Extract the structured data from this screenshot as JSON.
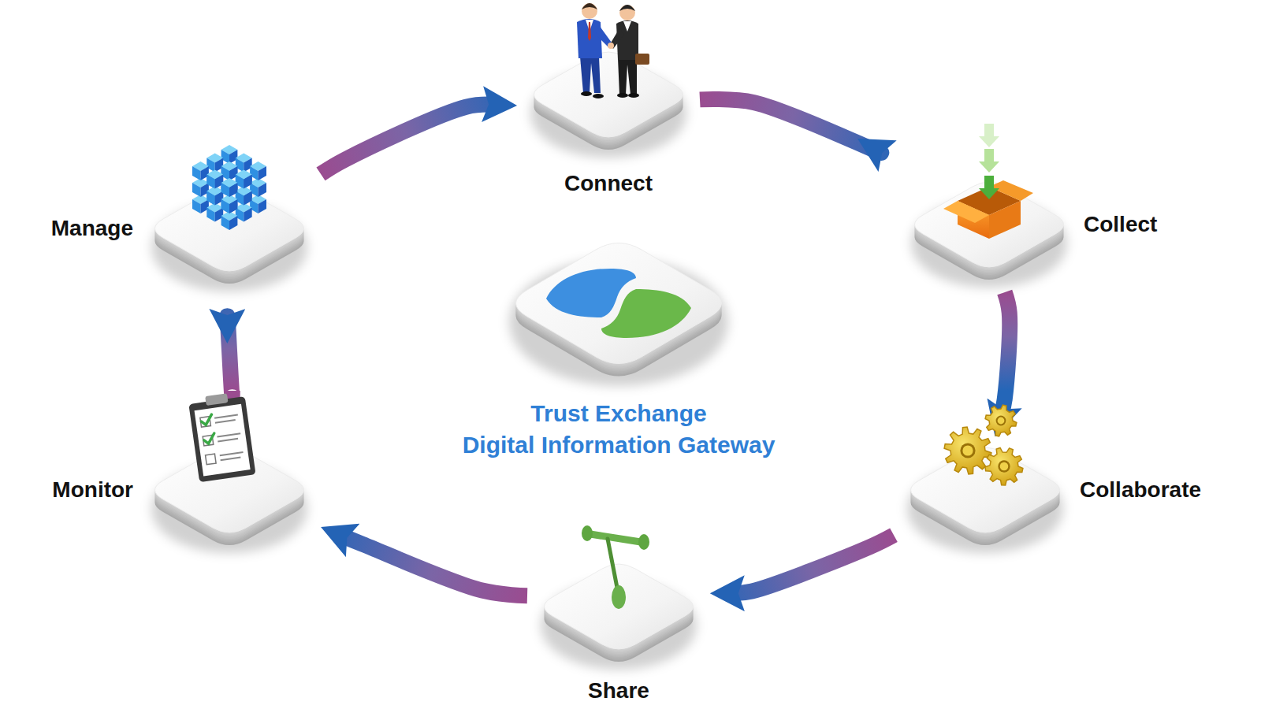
{
  "diagram": {
    "nodes": [
      {
        "text": [
          "Connect"
        ]
      },
      {
        "text": [
          "Collect"
        ]
      },
      {
        "text": [
          "Collaborate"
        ]
      },
      {
        "text": [
          "Share"
        ]
      },
      {
        "text": [
          "Monitor"
        ]
      },
      {
        "text": [
          "Manage"
        ]
      },
      {
        "text": [
          "Trust Exchange",
          "Digital Information Gateway"
        ]
      }
    ],
    "edges": [
      {
        "from": 5,
        "to": 0,
        "arrow": "to"
      },
      {
        "from": 0,
        "to": 1,
        "arrow": "to"
      },
      {
        "from": 1,
        "to": 2,
        "arrow": "to"
      },
      {
        "from": 2,
        "to": 3,
        "arrow": "to"
      },
      {
        "from": 3,
        "to": 4,
        "arrow": "to"
      },
      {
        "from": 4,
        "to": 5,
        "arrow": "to"
      }
    ]
  }
}
